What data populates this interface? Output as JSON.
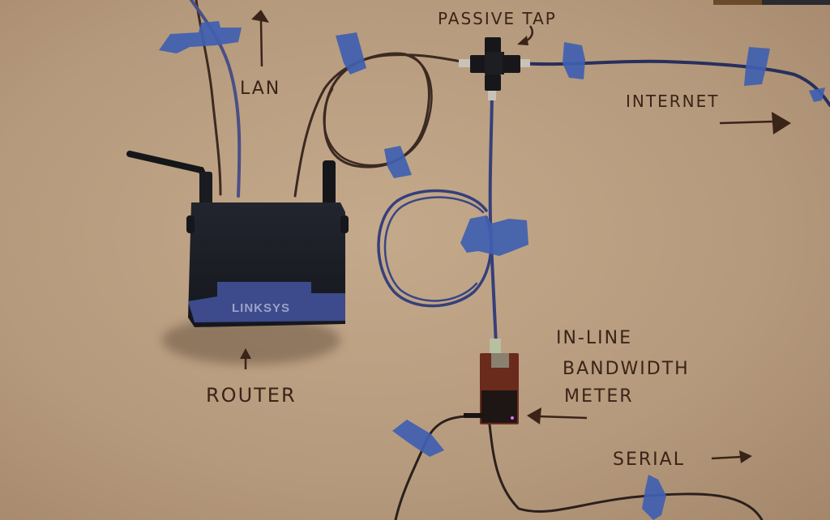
{
  "scene": {
    "description": "Whiteboard with a network tap setup: wireless router, passive Ethernet tap, and in-line bandwidth meter wired with taped cables",
    "colors": {
      "board": "#b5997c",
      "board_light": "#c2a688",
      "ink": "#3a2418",
      "tape": "#3f5fb0",
      "tape_dark": "#2f4b96",
      "cable_blue": "#35407a",
      "cable_brown": "#3b2a22",
      "router_body": "#1c1f27",
      "router_band": "#3d4a8c",
      "pcb": "#6a2a1c",
      "frame_wood": "#6a4a28",
      "frame_dark": "#2a2a30"
    }
  },
  "labels": {
    "passive_tap": "PASSIVE TAP",
    "lan": "LAN",
    "internet": "INTERNET",
    "router": "ROUTER",
    "meter_line1": "IN-LINE",
    "meter_line2": "BANDWIDTH",
    "meter_line3": "METER",
    "serial": "SERIAL"
  },
  "devices": {
    "router": {
      "brand": "LINKSYS",
      "antenna_count": 2
    },
    "passive_tap": {
      "ports": 4
    },
    "bandwidth_meter": {
      "led_color": "#e070ff"
    }
  }
}
